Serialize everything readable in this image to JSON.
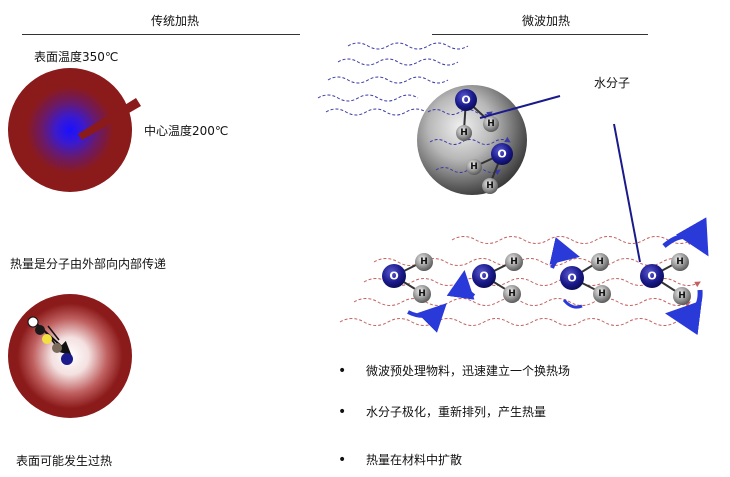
{
  "left": {
    "heading": "传统加热",
    "surface_temp": "表面温度350℃",
    "center_temp": "中心温度200℃",
    "transfer_text": "热量是分子由外部向内部传递",
    "overheat_text": "表面可能发生过热"
  },
  "right": {
    "heading": "微波加热",
    "water_molecule": "水分子",
    "atom_o": "O",
    "atom_h": "H",
    "bullets": [
      "微波预处理物料，迅速建立一个换热场",
      "水分子极化，重新排列，产生热量",
      "热量在材料中扩散"
    ],
    "bullet_symbol": "•"
  },
  "colors": {
    "disc_outer": "#8b1a1a",
    "disc_core": "#2a1ad8",
    "wave_blue": "#3a3aa8",
    "wave_red": "#c46060",
    "molecule_blue": "#1a1a8c",
    "atom_gray": "#8a8a8a"
  }
}
